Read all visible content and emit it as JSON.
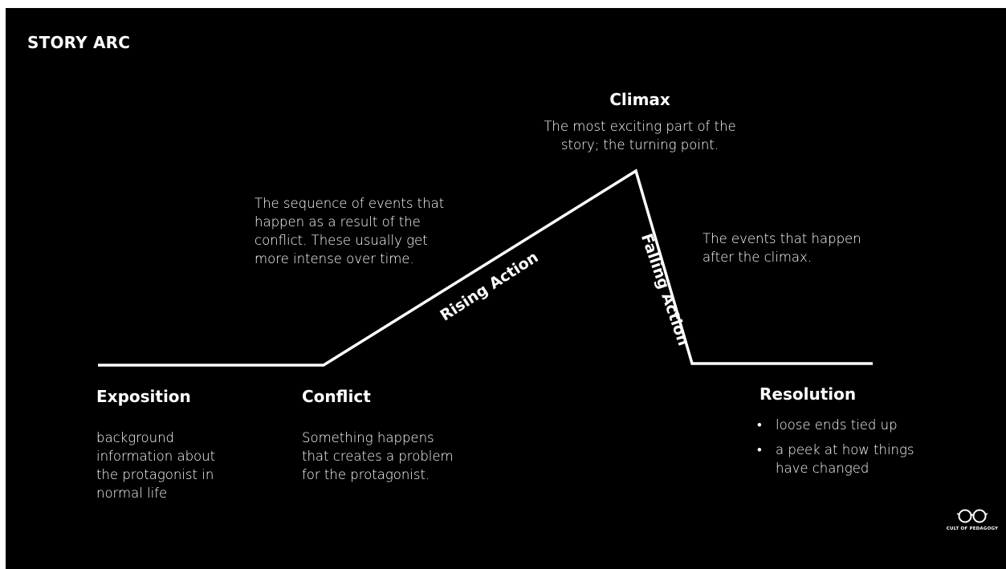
{
  "title": "STORY ARC",
  "climax": {
    "heading": "Climax",
    "description_lines": [
      "The most exciting part of the",
      "story; the turning point."
    ]
  },
  "rising_action": {
    "label": "Rising Action",
    "description_lines": [
      "The sequence of events that",
      "happen as a result of the",
      "conflict. These usually get",
      "more intense over time."
    ]
  },
  "falling_action": {
    "label": "Falling Action",
    "description_lines": [
      "The events that happen",
      "after the climax."
    ]
  },
  "exposition": {
    "heading": "Exposition",
    "description_lines": [
      "background",
      "information about",
      "the protagonist in",
      "normal life"
    ]
  },
  "conflict": {
    "heading": "Conflict",
    "description_lines": [
      "Something happens",
      "that creates a problem",
      "for the protagonist."
    ]
  },
  "resolution": {
    "heading": "Resolution",
    "bullet": "•",
    "items": [
      {
        "lines": [
          "loose ends tied up"
        ]
      },
      {
        "lines": [
          "a peek at how things",
          "have changed"
        ]
      }
    ]
  },
  "logo": {
    "text": "CULT OF PEDAGOGY",
    "icon": "glasses-icon"
  },
  "colors": {
    "background": "#000000",
    "foreground": "#ffffff"
  }
}
